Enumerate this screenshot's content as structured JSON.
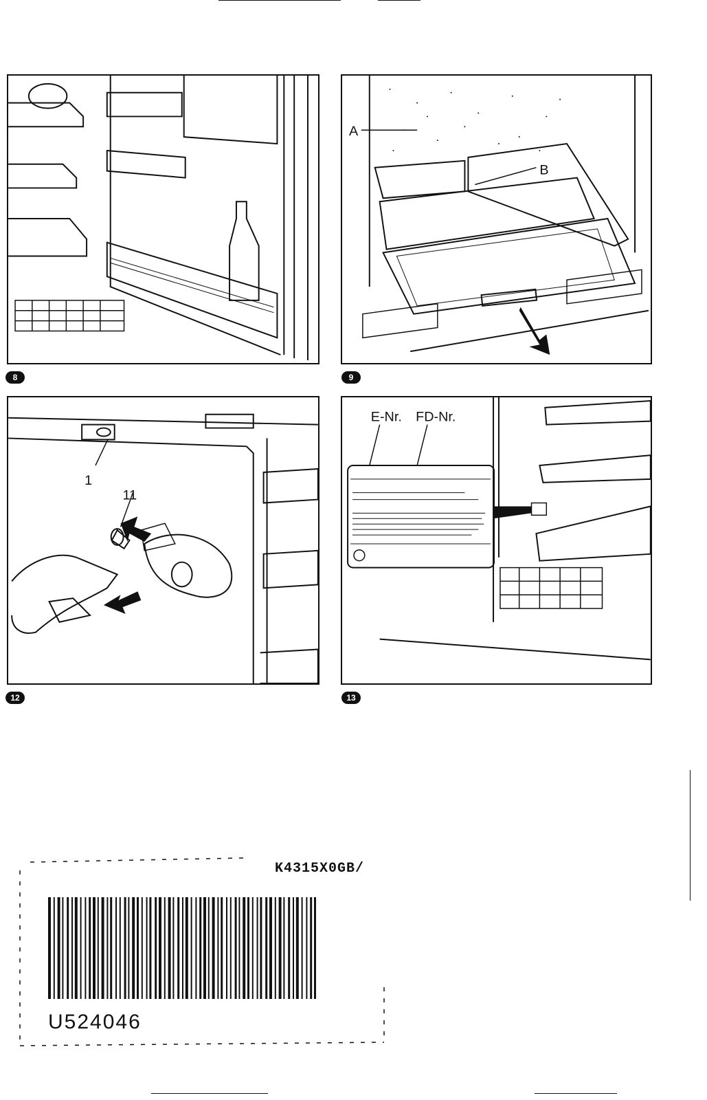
{
  "figures": [
    {
      "id": "fig8",
      "number": "8"
    },
    {
      "id": "fig9",
      "number": "9",
      "labels": {
        "a": "A",
        "b": "B"
      }
    },
    {
      "id": "fig12",
      "number": "12",
      "labels": {
        "one": "1",
        "eleven": "11"
      }
    },
    {
      "id": "fig13",
      "number": "13",
      "labels": {
        "enr": "E-Nr.",
        "fdnr": "FD-Nr."
      }
    }
  ],
  "barcode": {
    "model_code": "K4315X0GB/",
    "serial": "U524046"
  }
}
